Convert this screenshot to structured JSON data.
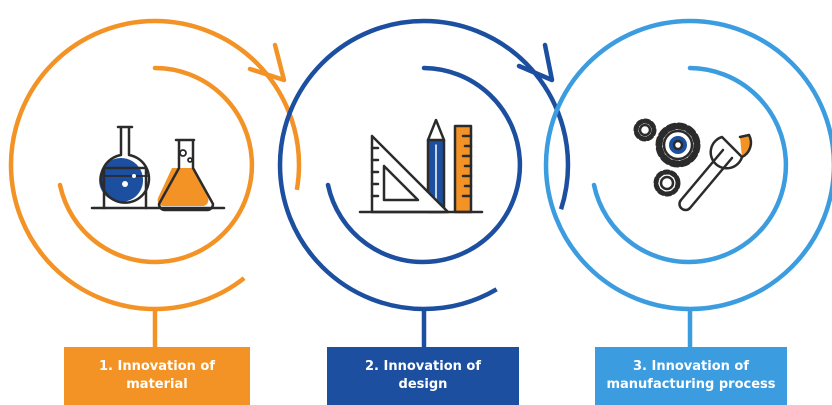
{
  "colors": {
    "orange": "#f39325",
    "dark_blue": "#1c4fa0",
    "light_blue": "#3b9ce0",
    "icon_stroke": "#2b2b2b"
  },
  "steps": [
    {
      "line1": "1. Innovation of",
      "line2": "material",
      "icon": "laboratory-flasks-icon",
      "color": "#f39325"
    },
    {
      "line1": "2. Innovation of",
      "line2": "design",
      "icon": "ruler-pencil-triangle-icon",
      "color": "#1c4fa0"
    },
    {
      "line1": "3. Innovation of",
      "line2": "manufacturing process",
      "icon": "gears-wrench-icon",
      "color": "#3b9ce0"
    }
  ]
}
